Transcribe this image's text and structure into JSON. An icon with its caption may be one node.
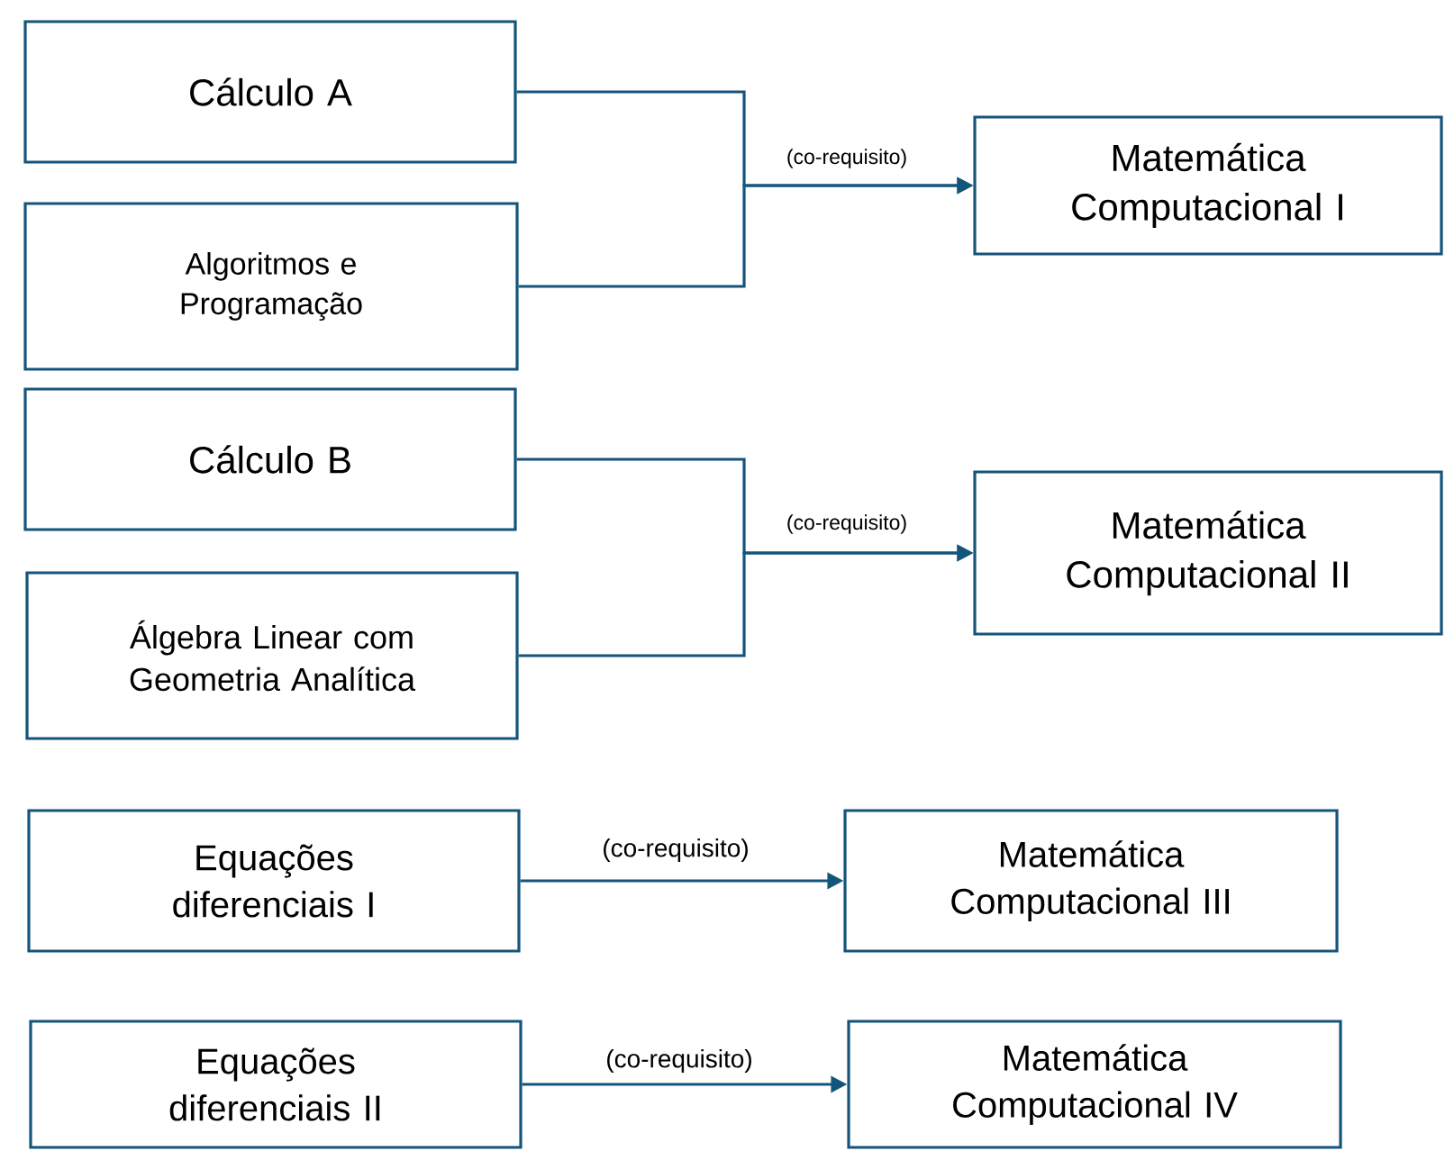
{
  "diagram": {
    "nodes": [
      {
        "text": [
          "Cálculo A"
        ]
      },
      {
        "text": [
          "Algoritmos e Programação"
        ]
      },
      {
        "text": [
          "Matemática Computacional I"
        ]
      },
      {
        "text": [
          "Cálculo B"
        ]
      },
      {
        "text": [
          "Álgebra Linear com Geometria Analítica"
        ]
      },
      {
        "text": [
          "Matemática Computacional II"
        ]
      },
      {
        "text": [
          "Equações diferenciais I"
        ]
      },
      {
        "text": [
          "Matemática Computacional III"
        ]
      },
      {
        "text": [
          "Equações diferenciais II"
        ]
      },
      {
        "text": [
          "Matemática Computacional IV"
        ]
      }
    ],
    "edges": [
      {
        "from": 0,
        "to": 2,
        "arrow": "to",
        "label": "(co-requisito)"
      },
      {
        "from": 1,
        "to": 2,
        "arrow": "to"
      },
      {
        "from": 3,
        "to": 5,
        "arrow": "to",
        "label": "(co-requisito)"
      },
      {
        "from": 4,
        "to": 5,
        "arrow": "to"
      },
      {
        "from": 6,
        "to": 7,
        "arrow": "to",
        "label": "(co-requisito)"
      },
      {
        "from": 8,
        "to": 9,
        "arrow": "to",
        "label": "(co-requisito)"
      }
    ]
  }
}
